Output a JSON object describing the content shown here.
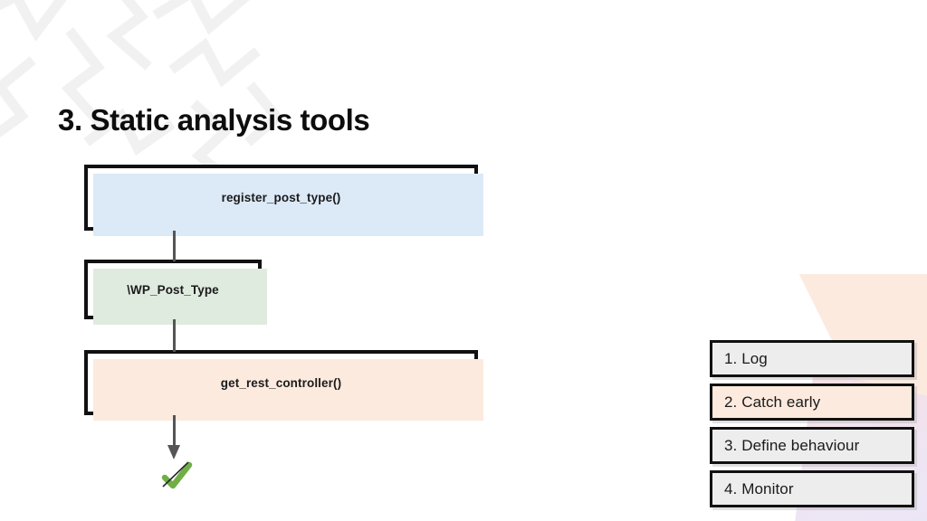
{
  "slide": {
    "title": "3. Static analysis tools"
  },
  "flow": {
    "nodes": [
      {
        "id": "register",
        "label": "register_post_type()",
        "fill": "#DCE9F7"
      },
      {
        "id": "wppost",
        "label": "\\WP_Post_Type",
        "fill": "#E0EBE0"
      },
      {
        "id": "getrest",
        "label": "get_rest_controller()",
        "fill": "#FCEADF"
      }
    ],
    "result_icon": "check-mark-icon",
    "result_icon_glyph": "✔",
    "result_icon_color": "#6FAF46"
  },
  "rank_list": {
    "items": [
      {
        "label": "1.  Log",
        "highlighted": false
      },
      {
        "label": "2.  Catch early",
        "highlighted": true
      },
      {
        "label": "3.  Define behaviour",
        "highlighted": false
      },
      {
        "label": "4. Monitor",
        "highlighted": false
      }
    ]
  },
  "decor": {
    "zigzag_color": "#F1F1F1",
    "peach_color": "#FCEADF",
    "lavender_color": "#E9E4F6"
  }
}
